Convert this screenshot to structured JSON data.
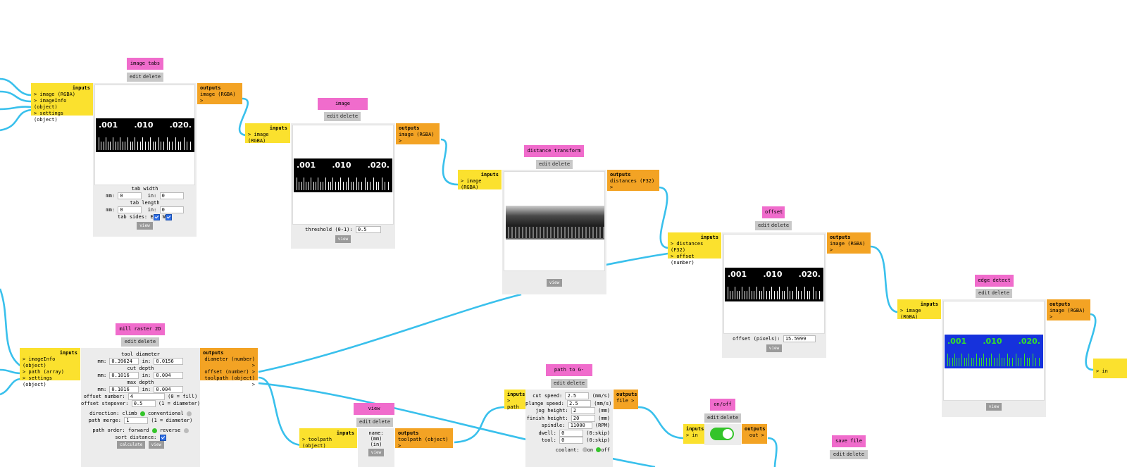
{
  "common": {
    "edit": "edit",
    "delete": "delete",
    "inputs": "inputs",
    "outputs": "outputs",
    "view": "view"
  },
  "tabs_node": {
    "title": "image tabs",
    "inputs": [
      "> image (RGBA)",
      "> imageInfo (object)",
      "> settings (object)"
    ],
    "outputs": [
      "image (RGBA) >"
    ],
    "preview": {
      ".001": ".001",
      ".010": ".010",
      ".020": ".020."
    },
    "tab_width_label": "tab width",
    "tab_length_label": "tab length",
    "mm": "mm:",
    "in": "in:",
    "tw_mm": "0",
    "tw_in": "0",
    "tl_mm": "0",
    "tl_in": "0",
    "tab_sides": "tab sides: E",
    "w": "W"
  },
  "threshold_node": {
    "title": "image threshold",
    "inputs": [
      "> image (RGBA)"
    ],
    "outputs": [
      "image (RGBA) >"
    ],
    "threshold_label": "threshold (0-1):",
    "threshold_value": "0.5"
  },
  "distance_node": {
    "title": "distance transform",
    "inputs": [
      "> image (RGBA)"
    ],
    "outputs": [
      "distances (F32) >"
    ]
  },
  "offset_node": {
    "title": "offset",
    "inputs": [
      "> distances (F32)",
      "> offset (number)"
    ],
    "outputs": [
      "image (RGBA) >"
    ],
    "offset_label": "offset (pixels):",
    "offset_value": "15.5999"
  },
  "edge_node": {
    "title": "edge detect",
    "inputs": [
      "> image (RGBA)"
    ],
    "outputs": [
      "image (RGBA) >"
    ]
  },
  "mill_node": {
    "title": "mill raster 2D",
    "inputs": [
      "> imageInfo (object)",
      "> path (array)",
      "> settings (object)"
    ],
    "outputs": [
      "diameter (number) >",
      "offset (number) >",
      "toolpath (object) >"
    ],
    "tool_diameter": "tool diameter",
    "cut_depth": "cut depth",
    "max_depth": "max depth",
    "mm": "mm:",
    "in": "in:",
    "td_mm": "0.39624",
    "td_in": "0.0156",
    "cd_mm": "0.1016",
    "cd_in": "0.004",
    "md_mm": "0.1016",
    "md_in": "0.004",
    "offset_number_label": "offset number:",
    "offset_number": "4",
    "offset_number_hint": "(0 = fill)",
    "offset_stepover_label": "offset stepover:",
    "offset_stepover": "0.5",
    "offset_stepover_hint": "(1 = diameter)",
    "direction_label": "direction: climb",
    "conventional": "conventional",
    "path_merge_label": "path merge:",
    "path_merge": "1",
    "path_merge_hint": "(1 = diameter)",
    "path_order_label": "path order: forward",
    "reverse": "reverse",
    "sort_distance": "sort distance:",
    "calculate": "calculate"
  },
  "view_toolpath_node": {
    "title": "view toolpath",
    "inputs": [
      "> toolpath (object)"
    ],
    "outputs": [
      "toolpath (object) >"
    ],
    "lines": [
      "name:",
      "(mm)",
      "(in)"
    ]
  },
  "gcode_node": {
    "title": "path to G-code",
    "inputs": [
      "> path"
    ],
    "outputs": [
      "file >"
    ],
    "cut_speed_label": "cut speed:",
    "cut_speed": "2.5",
    "cut_speed_unit": "(mm/s)",
    "plunge_label": "plunge speed:",
    "plunge": "2.5",
    "plunge_unit": "(mm/s)",
    "jog_label": "jog height:",
    "jog": "2",
    "jog_unit": "(mm)",
    "finish_label": "finish height:",
    "finish": "20",
    "finish_unit": "(mm)",
    "spindle_label": "spindle:",
    "spindle": "11000",
    "spindle_unit": "(RPM)",
    "dwell_label": "dwell:",
    "dwell": "0",
    "dwell_unit": "(0:skip)",
    "tool_label": "tool:",
    "tool": "0",
    "tool_unit": "(0:skip)",
    "coolant_label": "coolant:",
    "on": "on",
    "off": "off"
  },
  "onoff_node": {
    "title": "on/off",
    "inputs": [
      "> in"
    ],
    "outputs": [
      "out >"
    ]
  },
  "save_node": {
    "title": "save file"
  },
  "offscreen_input": "> in",
  "colors": {
    "node_title": "#f06ccc",
    "inputs": "#fbe12e",
    "outputs": "#f3a324",
    "wire": "#39c0ec",
    "toggle": "#34c42a"
  }
}
